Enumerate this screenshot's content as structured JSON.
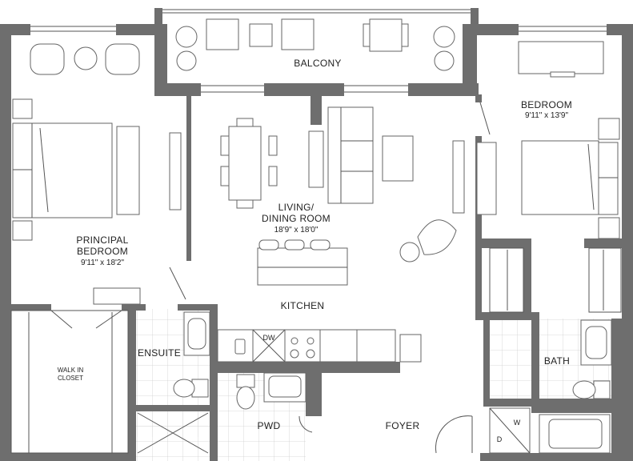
{
  "rooms": {
    "balcony": "BALCONY",
    "bedroom": "BEDROOM",
    "bedroom_dim": "9'11\" x 13'9\"",
    "living_line1": "LIVING/",
    "living_line2": "DINING ROOM",
    "living_dim": "18'9\" x 18'0\"",
    "principal_line1": "PRINCIPAL",
    "principal_line2": "BEDROOM",
    "principal_dim": "9'11\" x 18'2\"",
    "kitchen": "KITCHEN",
    "ensuite": "ENSUITE",
    "walk_in_line1": "WALK IN",
    "walk_in_line2": "CLOSET",
    "bath": "BATH",
    "pwd": "PWD",
    "foyer": "FOYER"
  },
  "appliances": {
    "dishwasher": "DW",
    "washer": "W",
    "dryer": "D"
  },
  "colors": {
    "wall": "#6e6e6e",
    "line": "#555555",
    "tile_grid": "#cfcfcf",
    "background": "#ffffff"
  }
}
